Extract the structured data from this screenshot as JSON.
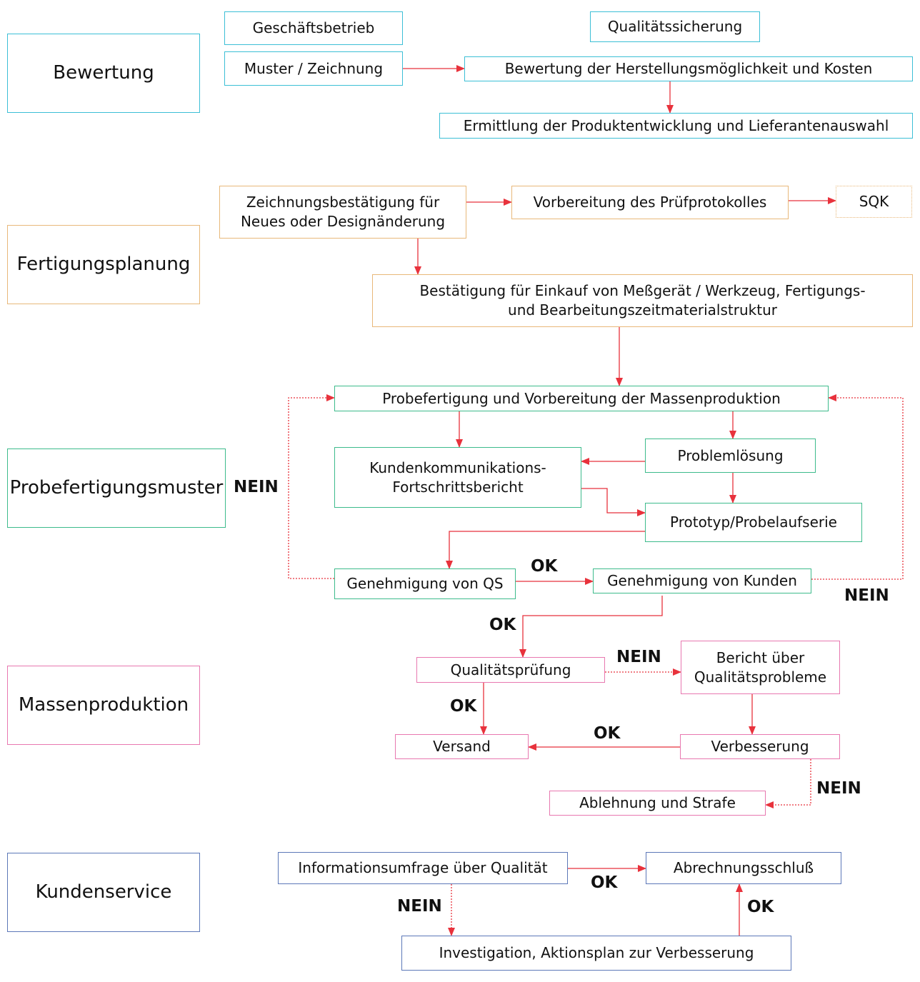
{
  "colors": {
    "bewertung": "#3cbfd6",
    "fertigungsplanung": "#e8b87a",
    "probefertigung": "#3dbb8c",
    "massenproduktion": "#e878b0",
    "kundenservice": "#5c78b8",
    "arrow": "#e8323c"
  },
  "phases": {
    "bewertung": "Bewertung",
    "fertigungsplanung": "Fertigungsplanung",
    "probefertigungsmuster": "Probefertigungsmuster",
    "massenproduktion": "Massenproduktion",
    "kundenservice": "Kundenservice"
  },
  "nodes": {
    "geschaeftsbetrieb": "Geschäftsbetrieb",
    "qualitaetssicherung": "Qualitätssicherung",
    "muster_zeichnung": "Muster / Zeichnung",
    "bewertung_herstellung": "Bewertung der Herstellungsmöglichkeit und Kosten",
    "ermittlung": "Ermittlung der Produktentwicklung und Lieferantenauswahl",
    "zeichnungsbestaetigung_1": "Zeichnungsbestätigung für",
    "zeichnungsbestaetigung_2": "Neues oder Designänderung",
    "pruefprotokoll": "Vorbereitung des Prüfprotokolles",
    "sqk": "SQK",
    "einkauf_1": "Bestätigung für Einkauf von Meßgerät / Werkzeug, Fertigungs-",
    "einkauf_2": "und Bearbeitungszeitmaterialstruktur",
    "probefertigung": "Probefertigung und Vorbereitung der Massenproduktion",
    "kundenkomm_1": "Kundenkommunikations-",
    "kundenkomm_2": "Fortschrittsbericht",
    "problemloesung": "Problemlösung",
    "prototyp": "Prototyp/Probelaufserie",
    "genehmigung_qs": "Genehmigung von QS",
    "genehmigung_kunden": "Genehmigung von Kunden",
    "qualitaetspruefung": "Qualitätsprüfung",
    "bericht_1": "Bericht über",
    "bericht_2": "Qualitätsprobleme",
    "versand": "Versand",
    "verbesserung": "Verbesserung",
    "ablehnung": "Ablehnung und Strafe",
    "informationsumfrage": "Informationsumfrage über Qualität",
    "abrechnungsschluss": "Abrechnungsschluß",
    "investigation": "Investigation, Aktionsplan zur Verbesserung"
  },
  "labels": {
    "nein_qs": "NEIN",
    "ok_qs_kunden": "OK",
    "nein_kunden": "NEIN",
    "ok_kunden_pruefung": "OK",
    "nein_pruefung": "NEIN",
    "ok_pruefung_versand": "OK",
    "ok_verbesserung_versand": "OK",
    "nein_verbesserung": "NEIN",
    "ok_umfrage": "OK",
    "nein_umfrage": "NEIN",
    "ok_investigation": "OK"
  }
}
